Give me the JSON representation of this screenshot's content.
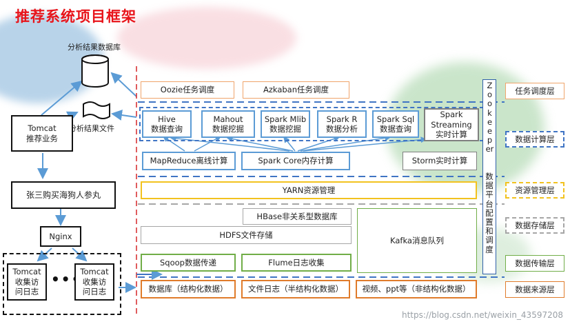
{
  "title": "推荐系统项目框架",
  "left": {
    "db_label": "分析结果数据库",
    "file_label": "分析结果文件",
    "tomcat_recommend": "Tomcat\n推荐业务",
    "user": "张三购买海狗人参丸",
    "nginx": "Nginx",
    "tomcat_log_1": "Tomcat\n收集访\n问日志",
    "ellipsis": "•••",
    "tomcat_log_2": "Tomcat\n收集访\n问日志"
  },
  "tasks": {
    "oozie": "Oozie任务调度",
    "azkaban": "Azkaban任务调度"
  },
  "compute": {
    "hive": "Hive\n数据查询",
    "mahout": "Mahout\n数据挖掘",
    "spark_mlib": "Spark Mlib\n数据挖掘",
    "spark_r": "Spark R\n数据分析",
    "spark_sql": "Spark Sql\n数据查询",
    "spark_streaming": "Spark\nStreaming\n实时计算",
    "mapreduce": "MapReduce离线计算",
    "spark_core": "Spark Core内存计算",
    "storm": "Storm实时计算"
  },
  "resource": {
    "yarn": "YARN资源管理"
  },
  "storage": {
    "hbase": "HBase非关系型数据库",
    "hdfs": "HDFS文件存储",
    "kafka": "Kafka消息队列"
  },
  "transfer": {
    "sqoop": "Sqoop数据传递",
    "flume": "Flume日志收集"
  },
  "sources": {
    "db": "数据库（结构化数据）",
    "logs": "文件日志（半结构化数据）",
    "media": "视频、ppt等（非结构化数据）"
  },
  "zookeeper": {
    "name": "Zookeeper",
    "desc": "数据平台配置和调度"
  },
  "layers": {
    "task": "任务调度层",
    "compute": "数据计算层",
    "resource": "资源管理层",
    "storage": "数据存储层",
    "transfer": "数据传输层",
    "source": "数据来源层"
  },
  "watermark": "https://blog.csdn.net/weixin_43597208",
  "colors": {
    "title": "#e8141a",
    "orange": "#f0a46a",
    "blue": "#3f74c4",
    "yellow": "#f2c21e",
    "gray": "#a6a6a6",
    "green": "#70ad47",
    "dark_orange": "#e07b2a",
    "red_dash": "#d62728",
    "arrow": "#5b9bd5"
  }
}
